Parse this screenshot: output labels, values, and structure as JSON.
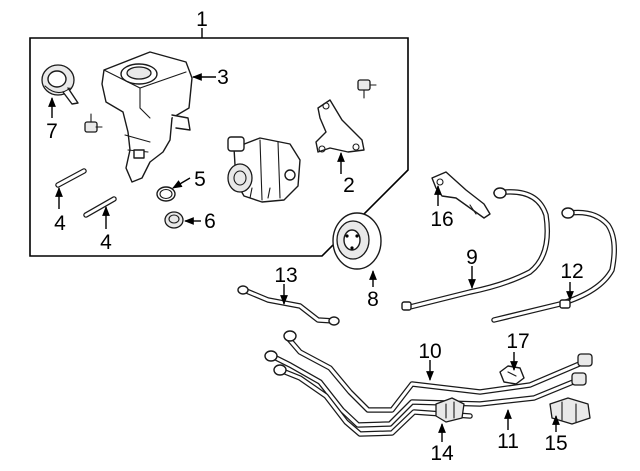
{
  "callouts": [
    {
      "id": "c1",
      "label": "1"
    },
    {
      "id": "c2",
      "label": "2"
    },
    {
      "id": "c3",
      "label": "3"
    },
    {
      "id": "c4a",
      "label": "4"
    },
    {
      "id": "c4b",
      "label": "4"
    },
    {
      "id": "c5",
      "label": "5"
    },
    {
      "id": "c6",
      "label": "6"
    },
    {
      "id": "c7",
      "label": "7"
    },
    {
      "id": "c8",
      "label": "8"
    },
    {
      "id": "c9",
      "label": "9"
    },
    {
      "id": "c10",
      "label": "10"
    },
    {
      "id": "c11",
      "label": "11"
    },
    {
      "id": "c12",
      "label": "12"
    },
    {
      "id": "c13",
      "label": "13"
    },
    {
      "id": "c14",
      "label": "14"
    },
    {
      "id": "c15",
      "label": "15"
    },
    {
      "id": "c16",
      "label": "16"
    },
    {
      "id": "c17",
      "label": "17"
    }
  ],
  "colors": {
    "line": "#1a1a1a",
    "background": "#ffffff",
    "shade": "#e9e9e9"
  }
}
